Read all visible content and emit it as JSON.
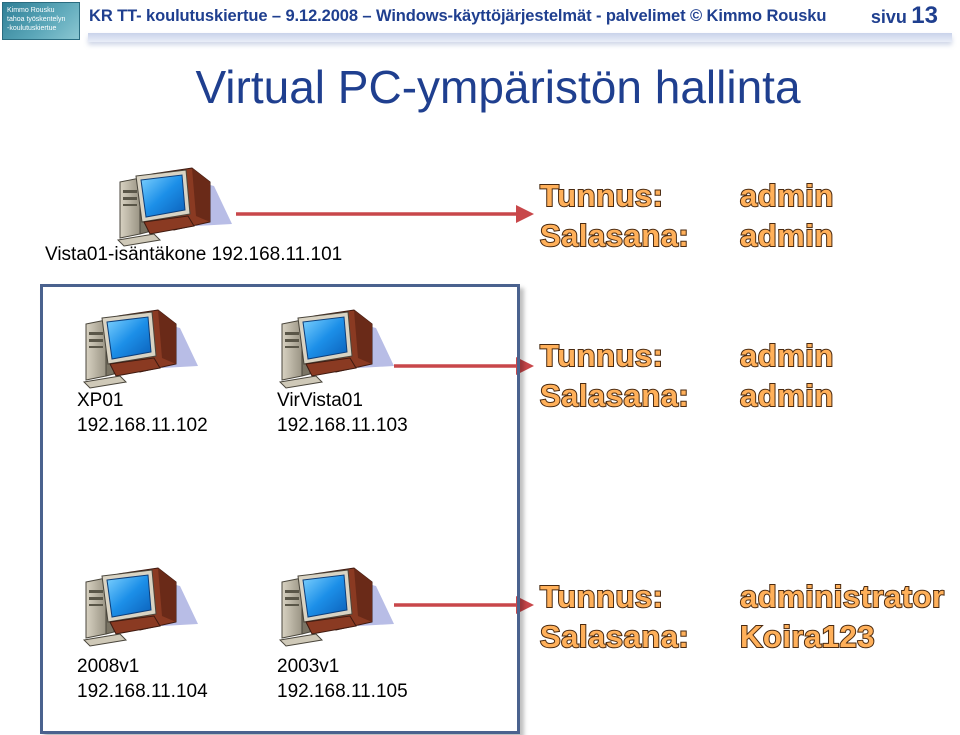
{
  "header": {
    "logo_lines": [
      "Kimmo Rousku",
      "tahoa työskentelyn",
      "-koulutuskiertue"
    ],
    "text": "KR TT- koulutuskiertue – 9.12.2008 – Windows-käyttöjärjestelmät - palvelimet © Kimmo Rousku",
    "page_word": "sivu",
    "page_number": "13"
  },
  "title": "Virtual PC-ympäristön hallinta",
  "host": {
    "label": "Vista01-isäntäkone 192.168.11.101",
    "credentials": {
      "user_label": "Tunnus:",
      "user": "admin",
      "pass_label": "Salasana:",
      "pass": "admin"
    }
  },
  "vms": [
    {
      "name": "XP01",
      "ip": "192.168.11.102"
    },
    {
      "name": "VirVista01",
      "ip": "192.168.11.103"
    },
    {
      "name": "2008v1",
      "ip": "192.168.11.104"
    },
    {
      "name": "2003v1",
      "ip": "192.168.11.105"
    }
  ],
  "row1_credentials": {
    "user_label": "Tunnus:",
    "user": "admin",
    "pass_label": "Salasana:",
    "pass": "admin"
  },
  "row2_credentials": {
    "user_label": "Tunnus:",
    "user": "administrator",
    "pass_label": "Salasana:",
    "pass": "Koira123"
  },
  "colors": {
    "accent": "#1f3f8f",
    "credential": "#ffb05a",
    "arrow": "#c8474a",
    "box_border": "#4a628e"
  }
}
